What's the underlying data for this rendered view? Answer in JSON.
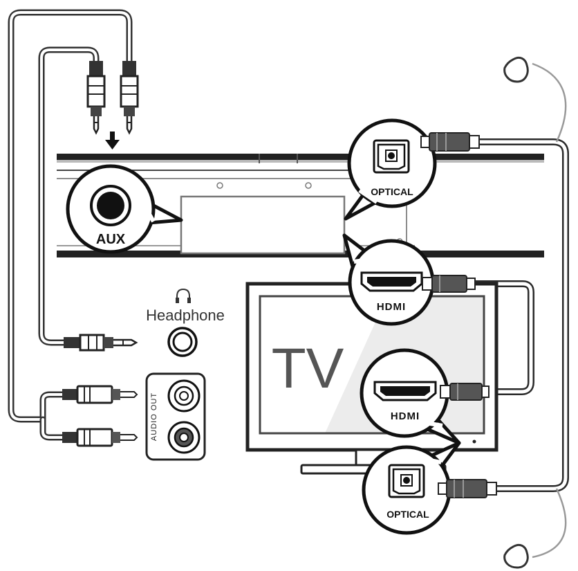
{
  "labels": {
    "aux": "AUX",
    "optical_top": "OPTICAL",
    "hdmi_top": "HDMI",
    "headphone": "Headphone",
    "tv": "TV",
    "hdmi_bottom": "HDMI",
    "optical_bottom": "OPTICAL",
    "audio_out": "AUDIO OUT"
  },
  "icons": [
    "headphone-icon",
    "down-arrow-icon",
    "optical-port-icon",
    "hdmi-port-icon",
    "aux-jack-icon",
    "rca-jack-icon"
  ],
  "colors": {
    "line": "#111111",
    "cable": "#333333",
    "optical_cable": "#c0c0c0",
    "background": "#ffffff"
  }
}
